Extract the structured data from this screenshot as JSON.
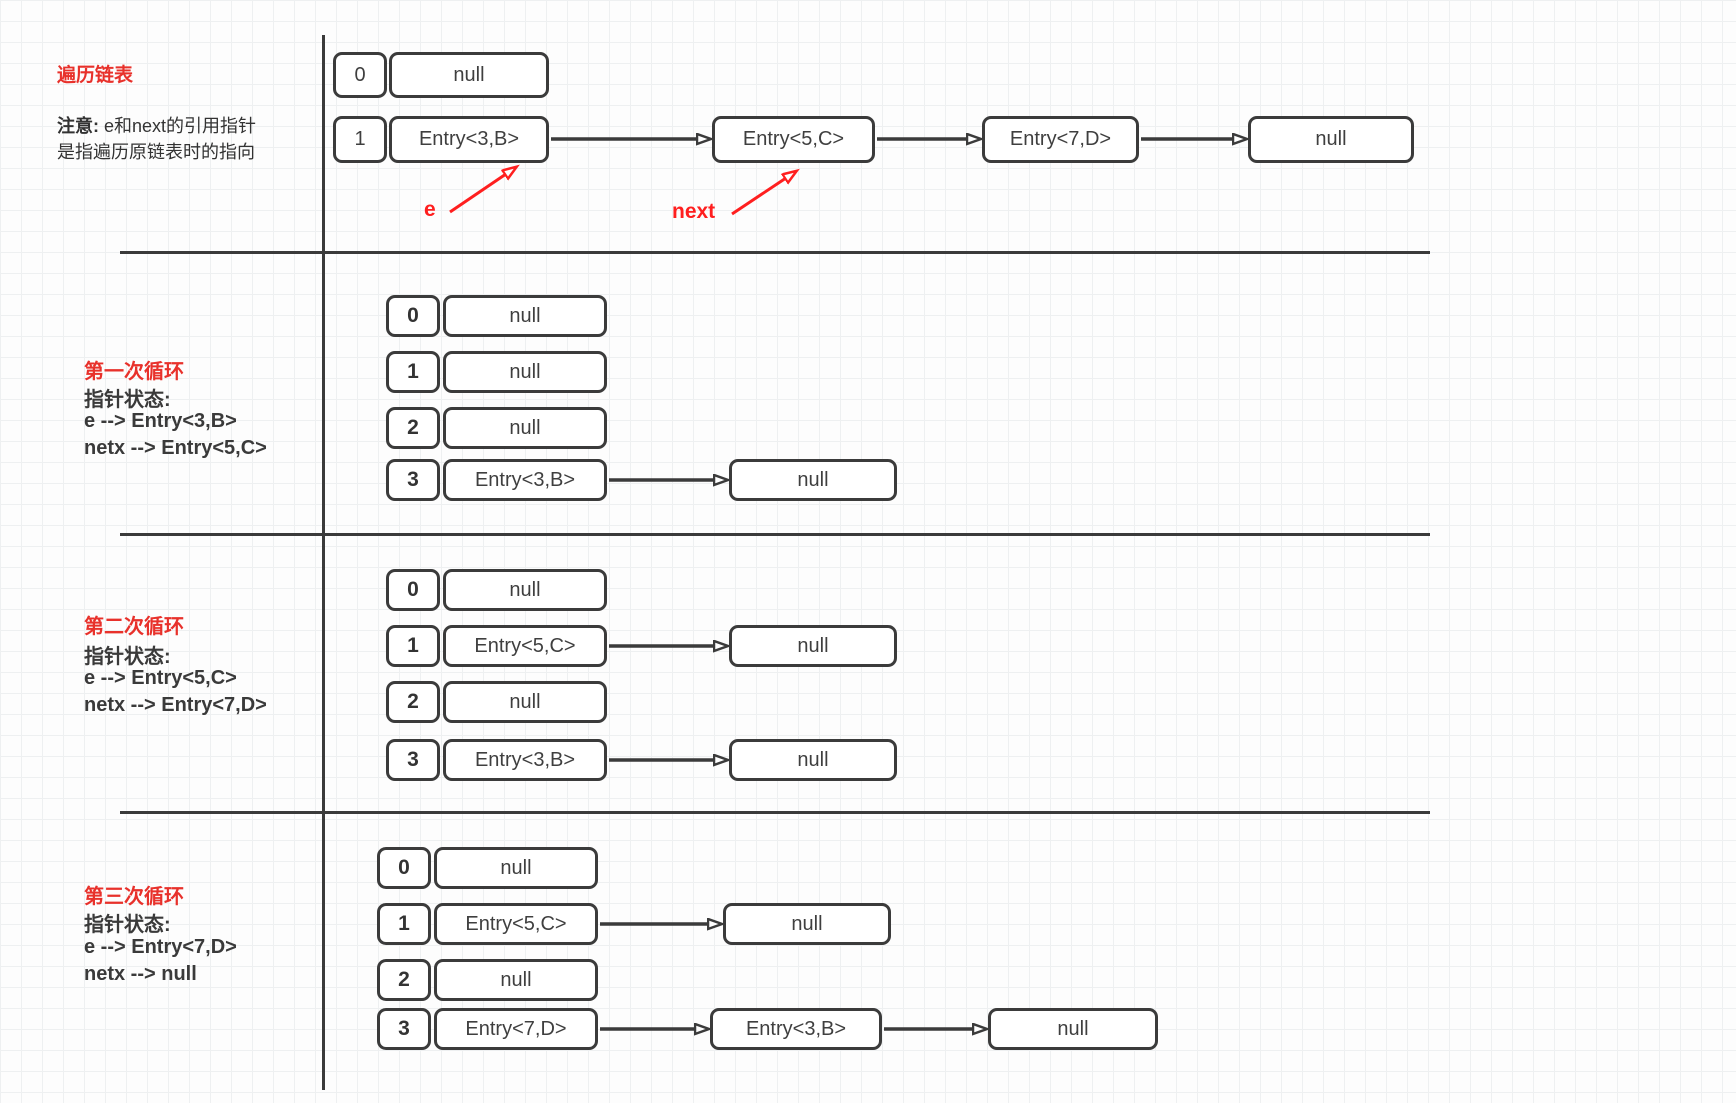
{
  "colors": {
    "grid_line": "#eef0f1",
    "stroke_dark": "#3b3b3b",
    "title_red": "#e8312b",
    "pointer_red": "#ff1f1f",
    "box_fill": "#ffffff"
  },
  "section1": {
    "title": "遍历链表",
    "note_bold": "注意:",
    "note_rest": " e和next的引用指针",
    "note_line2": "是指遍历原链表时的指向",
    "bucket0": {
      "index": "0",
      "value": "null"
    },
    "bucket1": {
      "index": "1",
      "value": "Entry<3,B>"
    },
    "chain": [
      "Entry<5,C>",
      "Entry<7,D>",
      "null"
    ],
    "pointer_e": "e",
    "pointer_next": "next"
  },
  "section2": {
    "title": "第一次循环",
    "state_heading": "指针状态:",
    "state_line1": "e --> Entry<3,B>",
    "state_line2": "netx --> Entry<5,C>",
    "rows": [
      {
        "index": "0",
        "value": "null"
      },
      {
        "index": "1",
        "value": "null"
      },
      {
        "index": "2",
        "value": "null"
      },
      {
        "index": "3",
        "value": "Entry<3,B>",
        "next": "null"
      }
    ]
  },
  "section3": {
    "title": "第二次循环",
    "state_heading": "指针状态:",
    "state_line1": "e --> Entry<5,C>",
    "state_line2": "netx --> Entry<7,D>",
    "rows": [
      {
        "index": "0",
        "value": "null"
      },
      {
        "index": "1",
        "value": "Entry<5,C>",
        "next": "null"
      },
      {
        "index": "2",
        "value": "null"
      },
      {
        "index": "3",
        "value": "Entry<3,B>",
        "next": "null"
      }
    ]
  },
  "section4": {
    "title": "第三次循环",
    "state_heading": "指针状态:",
    "state_line1": "e --> Entry<7,D>",
    "state_line2": "netx --> null",
    "rows": [
      {
        "index": "0",
        "value": "null"
      },
      {
        "index": "1",
        "value": "Entry<5,C>",
        "next": "null"
      },
      {
        "index": "2",
        "value": "null"
      },
      {
        "index": "3",
        "value": "Entry<7,D>",
        "next": "Entry<3,B>",
        "next2": "null"
      }
    ]
  }
}
